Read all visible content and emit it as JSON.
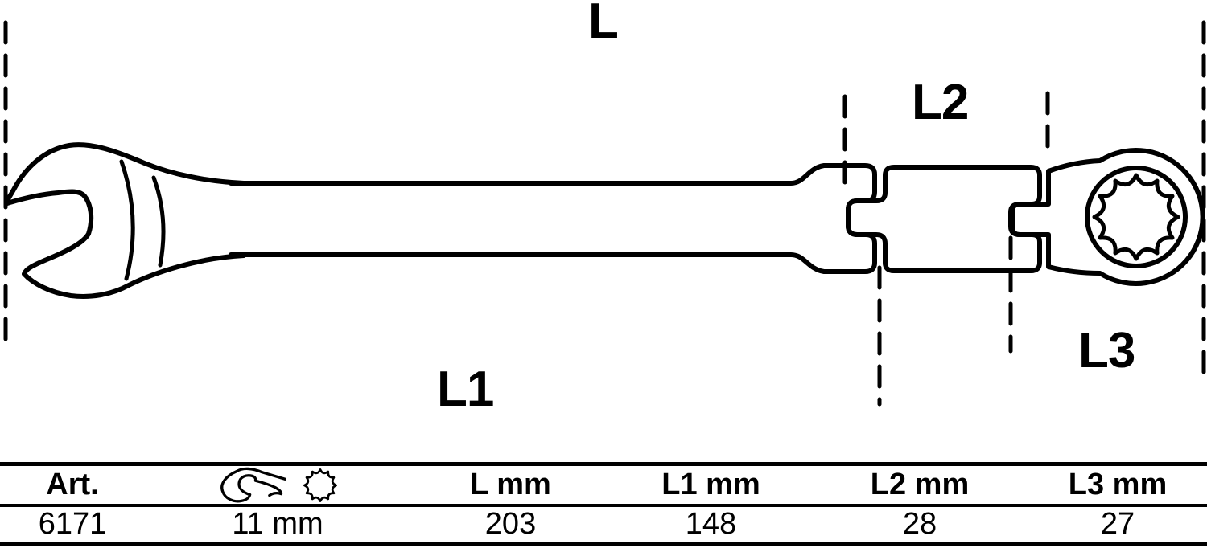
{
  "colors": {
    "ink": "#000000",
    "paper": "#ffffff"
  },
  "diagram": {
    "labels": {
      "l": "L",
      "l1": "L1",
      "l2": "L2",
      "l3": "L3"
    }
  },
  "table": {
    "columns": [
      {
        "header": "Art.",
        "value": "6171"
      },
      {
        "header": "",
        "value": "11 mm",
        "icons": [
          "open-end-wrench-icon",
          "12-point-ring-icon"
        ]
      },
      {
        "header": "L mm",
        "value": "203"
      },
      {
        "header": "L1 mm",
        "value": "148"
      },
      {
        "header": "L2 mm",
        "value": "28"
      },
      {
        "header": "L3 mm",
        "value": "27"
      }
    ]
  }
}
